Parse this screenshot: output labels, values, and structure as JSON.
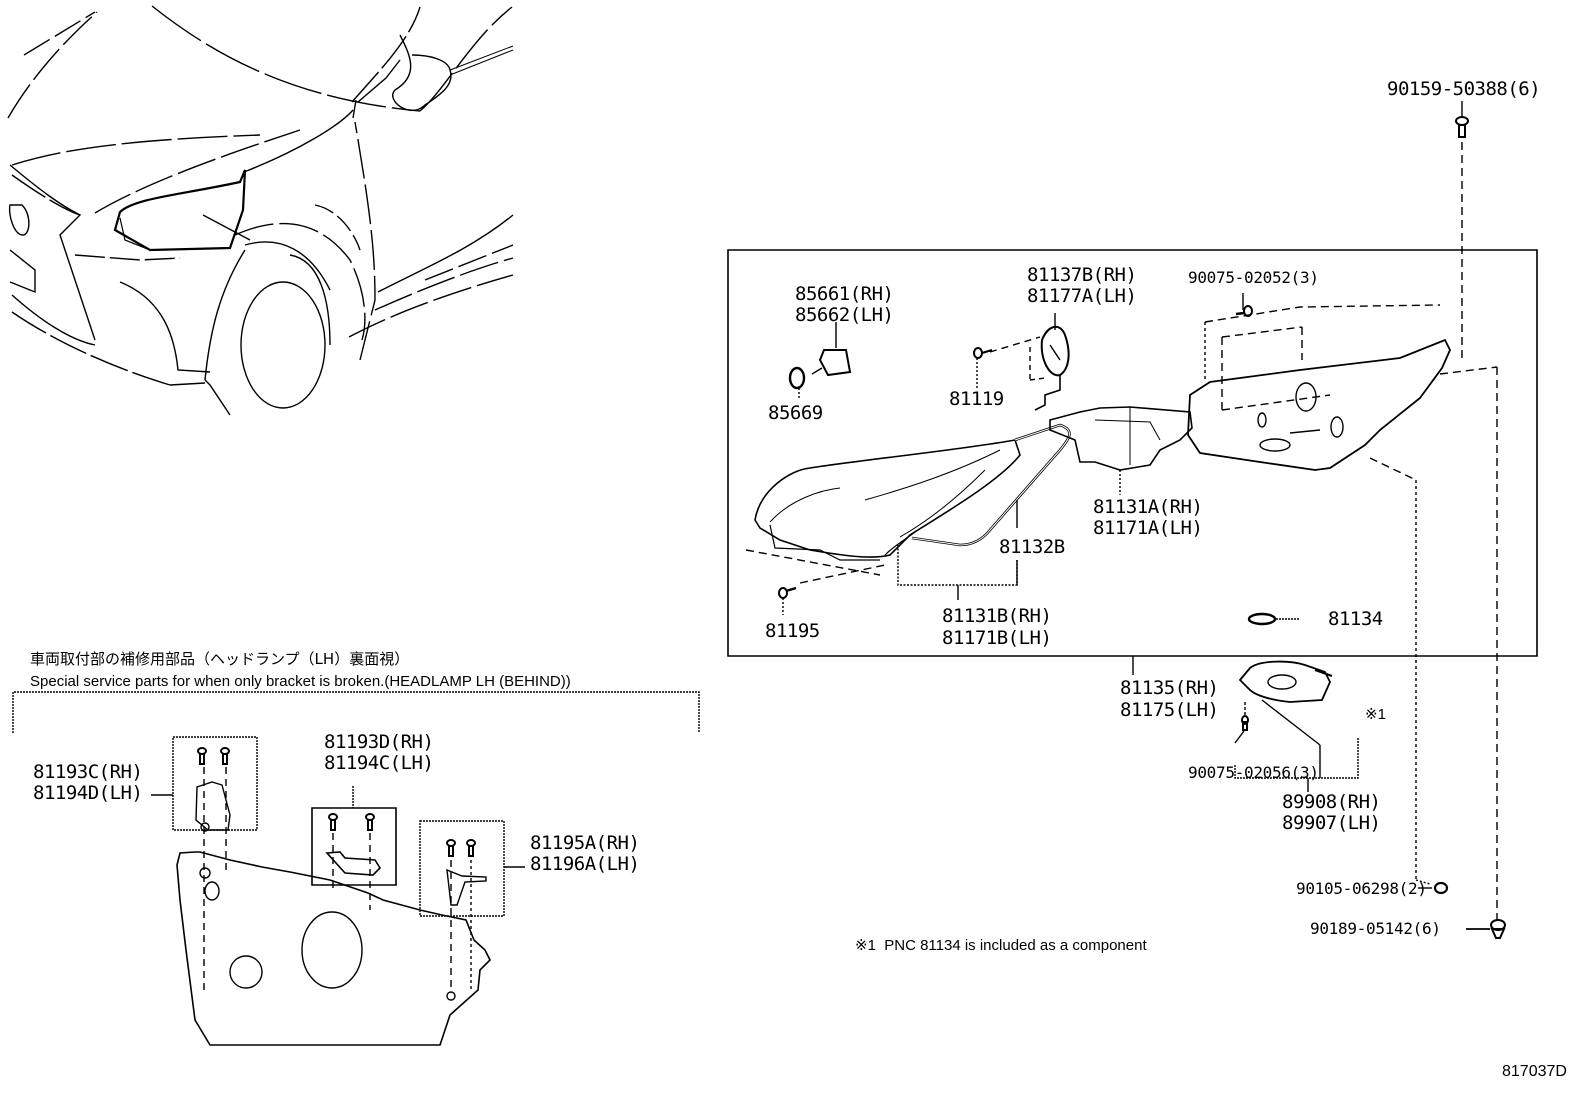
{
  "diagram": {
    "title_code": "817037D",
    "type": "exploded parts diagram - headlamp assembly",
    "note": "※1  PNC 81134 is included as a component",
    "special_section": {
      "title_jp": "車両取付部の補修用部品（ヘッドランプ（LH）裏面視）",
      "title_en": "Special service parts for when only bracket is broken.(HEADLAMP LH (BEHIND))"
    },
    "parts": {
      "p90159": "90159-50388(6)",
      "p90075a": "90075-02052(3)",
      "p85661": "85661(RH)",
      "p85662": "85662(LH)",
      "p85669": "85669",
      "p81137b": "81137B(RH)",
      "p81177a": "81177A(LH)",
      "p81119": "81119",
      "p81131a": "81131A(RH)",
      "p81171a": "81171A(LH)",
      "p81132b": "81132B",
      "p81195": "81195",
      "p81131b": "81131B(RH)",
      "p81171b": "81171B(LH)",
      "p81134": "81134",
      "p81135": "81135(RH)",
      "p81175": "81175(LH)",
      "note_mark": "※1",
      "p90075b": "90075-02056(3)",
      "p89908": "89908(RH)",
      "p89907": "89907(LH)",
      "p90105": "90105-06298(2)",
      "p90189": "90189-05142(6)",
      "p81193c": "81193C(RH)",
      "p81194d": "81194D(LH)",
      "p81193d": "81193D(RH)",
      "p81194c": "81194C(LH)",
      "p81195a": "81195A(RH)",
      "p81196a": "81196A(LH)"
    }
  }
}
